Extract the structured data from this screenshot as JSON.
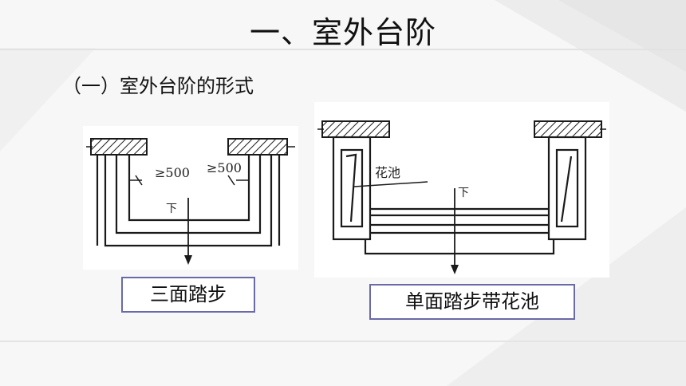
{
  "slide": {
    "title": "一、室外台阶",
    "subtitle": "（一）室外台阶的形式"
  },
  "figure_left": {
    "dimension_label_left": "≥500",
    "dimension_label_right": "≥500",
    "direction_label": "下",
    "caption": "三面踏步"
  },
  "figure_right": {
    "planter_label": "花池",
    "direction_label": "下",
    "caption": "单面踏步带花池"
  },
  "colors": {
    "caption_border": "#6a6aa8",
    "line": "#1a1a1a",
    "background": "#f7f7f7"
  }
}
